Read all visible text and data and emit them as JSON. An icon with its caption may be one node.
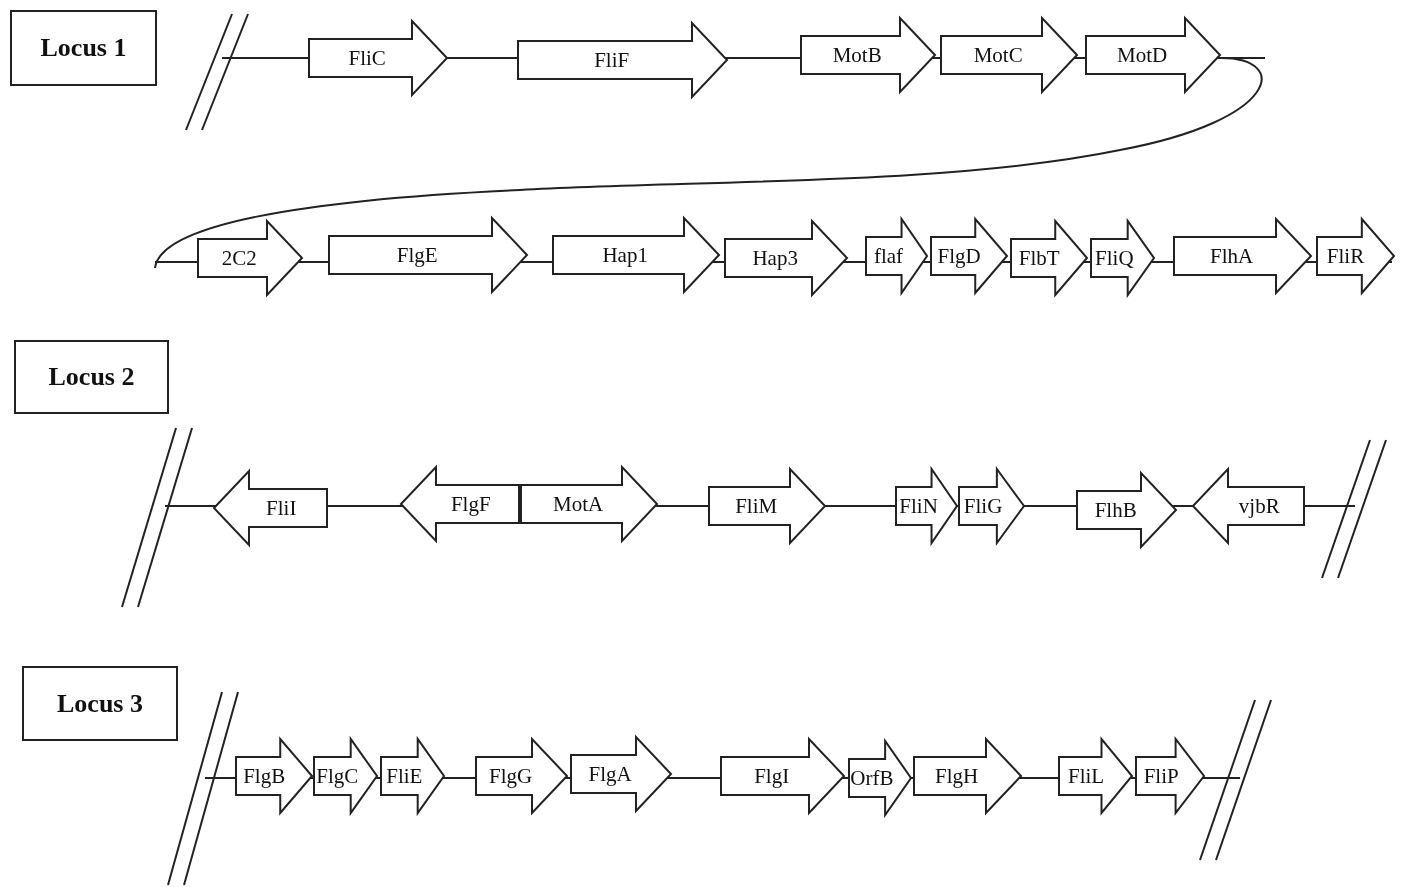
{
  "diagram": {
    "nodes": [
      {
        "text": [
          "Locus 1"
        ]
      },
      {
        "text": [
          "FliC"
        ]
      },
      {
        "text": [
          "FliF"
        ]
      },
      {
        "text": [
          "MotB"
        ]
      },
      {
        "text": [
          "MotC"
        ]
      },
      {
        "text": [
          "MotD"
        ]
      },
      {
        "text": [
          "2C2"
        ]
      },
      {
        "text": [
          "FlgE"
        ]
      },
      {
        "text": [
          "Hap1"
        ]
      },
      {
        "text": [
          "Hap3"
        ]
      },
      {
        "text": [
          "flaf"
        ]
      },
      {
        "text": [
          "FlgD"
        ]
      },
      {
        "text": [
          "FlbT"
        ]
      },
      {
        "text": [
          "FliQ"
        ]
      },
      {
        "text": [
          "FlhA"
        ]
      },
      {
        "text": [
          "FliR"
        ]
      },
      {
        "text": [
          "Locus 2"
        ]
      },
      {
        "text": [
          "FliI"
        ]
      },
      {
        "text": [
          "FlgF"
        ]
      },
      {
        "text": [
          "MotA"
        ]
      },
      {
        "text": [
          "FliM"
        ]
      },
      {
        "text": [
          "FliN"
        ]
      },
      {
        "text": [
          "FliG"
        ]
      },
      {
        "text": [
          "FlhB"
        ]
      },
      {
        "text": [
          "vjbR"
        ]
      },
      {
        "text": [
          "Locus 3"
        ]
      },
      {
        "text": [
          "FlgB"
        ]
      },
      {
        "text": [
          "FlgC"
        ]
      },
      {
        "text": [
          "FliE"
        ]
      },
      {
        "text": [
          "FlgG"
        ]
      },
      {
        "text": [
          "FlgA"
        ]
      },
      {
        "text": [
          "FlgI"
        ]
      },
      {
        "text": [
          "OrfB"
        ]
      },
      {
        "text": [
          "FlgH"
        ]
      },
      {
        "text": [
          "FliL"
        ]
      },
      {
        "text": [
          "FliP"
        ]
      }
    ]
  }
}
